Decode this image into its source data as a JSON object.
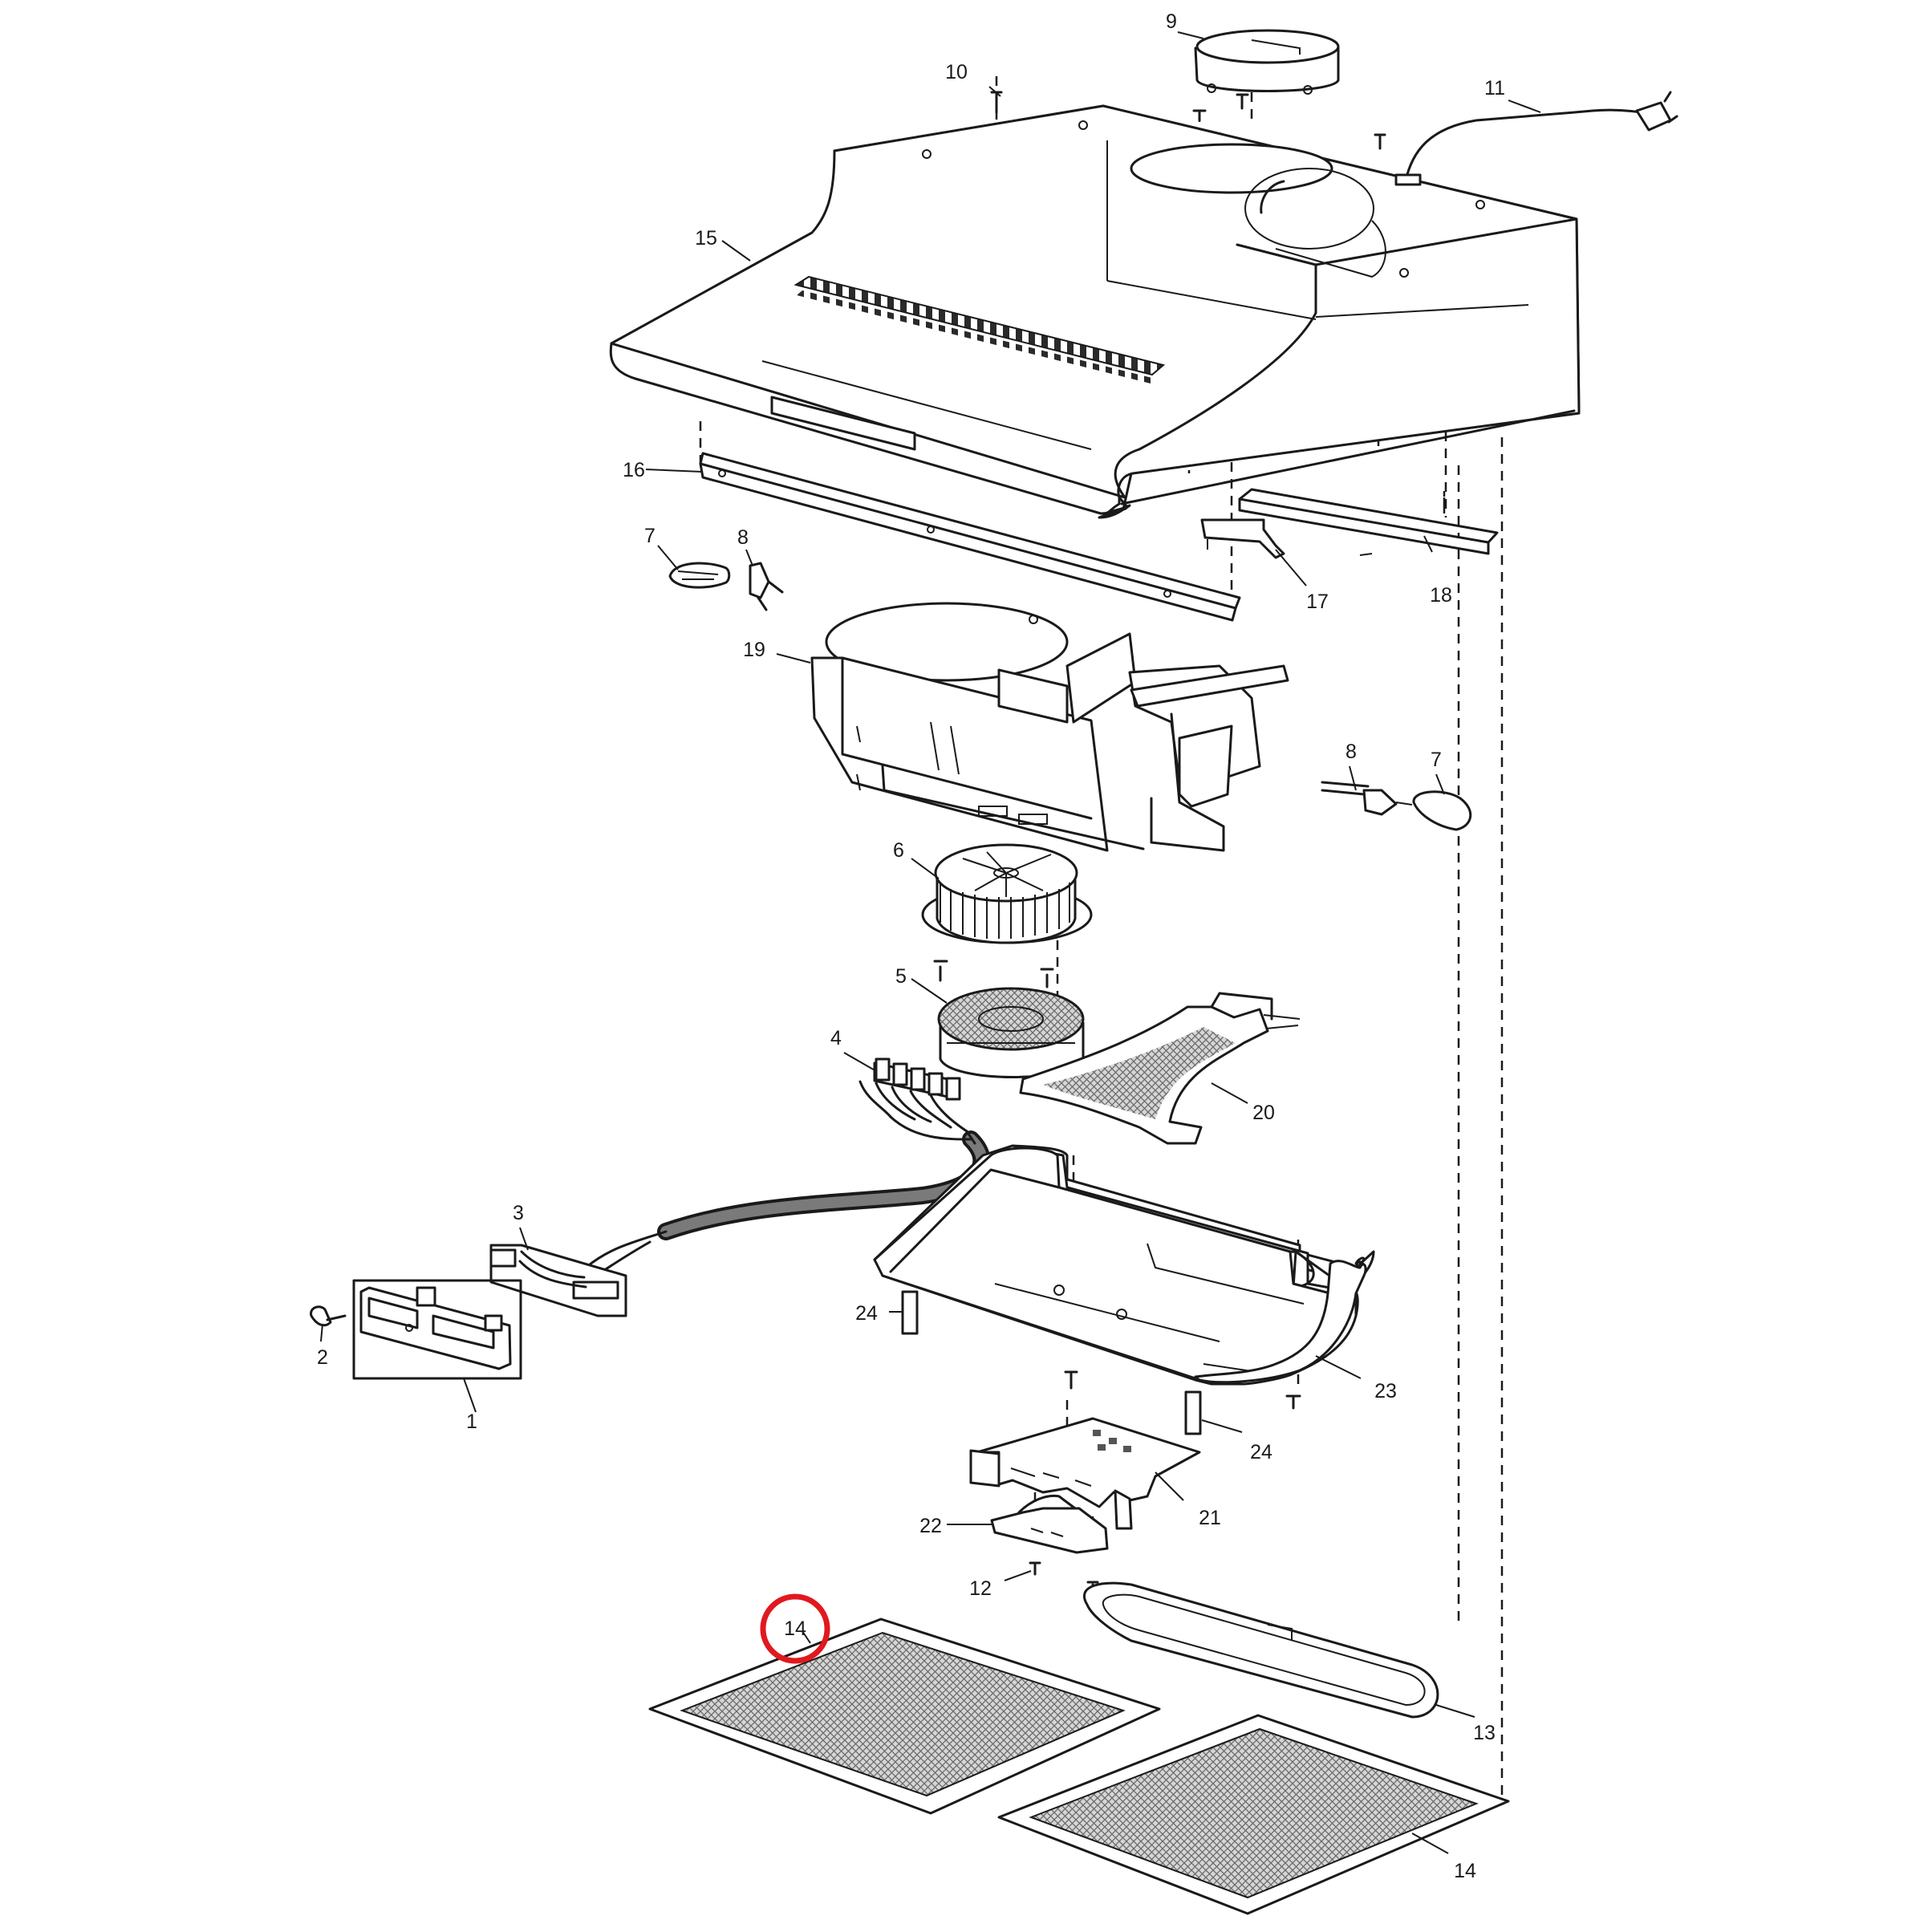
{
  "labels": {
    "l1": "1",
    "l2": "2",
    "l3": "3",
    "l4": "4",
    "l5": "5",
    "l6": "6",
    "l7a": "7",
    "l7b": "7",
    "l8a": "8",
    "l8b": "8",
    "l9": "9",
    "l10": "10",
    "l11": "11",
    "l12": "12",
    "l13": "13",
    "l14a": "14",
    "l14b": "14",
    "l15": "15",
    "l16": "16",
    "l17": "17",
    "l18": "18",
    "l19": "19",
    "l20": "20",
    "l21": "21",
    "l22": "22",
    "l23": "23",
    "l24a": "24",
    "l24b": "24"
  },
  "highlight": {
    "part": "14",
    "color": "#e0191f"
  },
  "colors": {
    "line": "#1a1a1a",
    "mesh": "#bdbdbd",
    "background": "#ffffff"
  }
}
